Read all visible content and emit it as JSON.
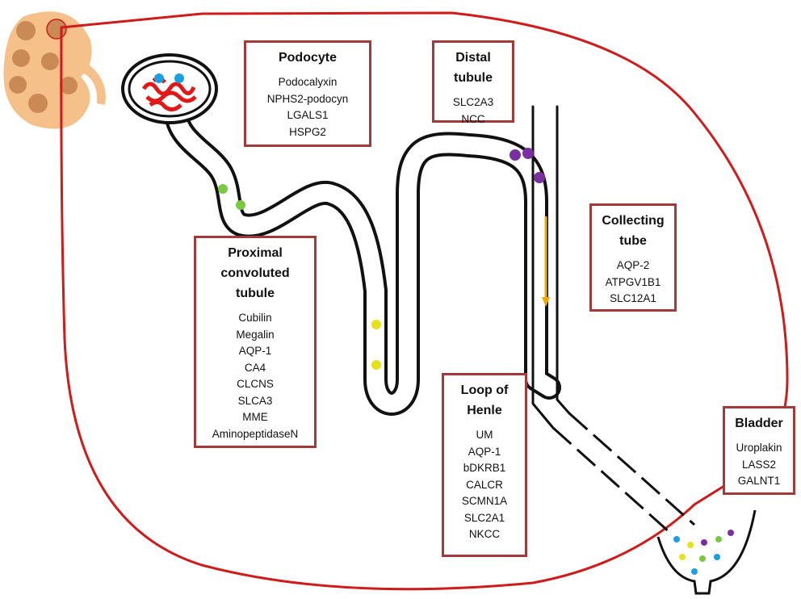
{
  "colors": {
    "outline": "#d11a1a",
    "box_border": "#a33a3a",
    "kidney": "#f5c08a",
    "kidney_lobe": "#c98a55",
    "glomerulus": "#e01818",
    "marker_blue": "#1aa0e0",
    "marker_green": "#7ac943",
    "marker_yellow": "#e8e01a",
    "marker_purple": "#7a2fa0",
    "arrow_orange": "#f0a800"
  },
  "boxes": {
    "podocyte": {
      "title": [
        "Podocyte"
      ],
      "items": [
        "Podocalyxin",
        "NPHS2-podocyn",
        "LGALS1",
        "HSPG2"
      ]
    },
    "distal": {
      "title": [
        "Distal",
        "tubule"
      ],
      "items": [
        "SLC2A3",
        "NCC"
      ]
    },
    "collecting": {
      "title": [
        "Collecting",
        "tube"
      ],
      "items": [
        "AQP-2",
        "ATPGV1B1",
        "SLC12A1"
      ]
    },
    "proximal": {
      "title": [
        "Proximal",
        "convoluted",
        "tubule"
      ],
      "items": [
        "Cubilin",
        "Megalin",
        "AQP-1",
        "CA4",
        "CLCNS",
        "SLCA3",
        "MME",
        "AminopeptidaseN"
      ]
    },
    "henle": {
      "title": [
        "Loop of",
        "Henle"
      ],
      "items": [
        "UM",
        "AQP-1",
        "bDKRB1",
        "CALCR",
        "SCMN1A",
        "SLC2A1",
        "NKCC"
      ]
    },
    "bladder": {
      "title": [
        "Bladder"
      ],
      "items": [
        "Uroplakin",
        "LASS2",
        "GALNT1"
      ]
    }
  }
}
